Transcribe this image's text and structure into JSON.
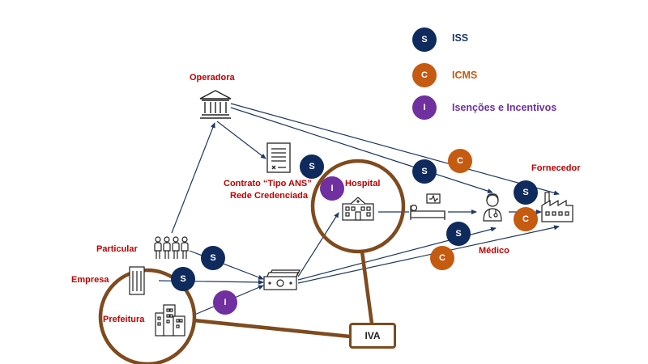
{
  "colors": {
    "arrow": "#1f3864",
    "iss": "#0f2a5c",
    "icms": "#c55a11",
    "incentivo": "#7030a0",
    "highlight": "#7f4a1e",
    "node_label": "#c00000"
  },
  "legend": [
    {
      "letter": "S",
      "label": "ISS"
    },
    {
      "letter": "C",
      "label": "ICMS"
    },
    {
      "letter": "I",
      "label": "Isenções e Incentivos"
    }
  ],
  "nodes": {
    "operadora": {
      "label": "Operadora",
      "icon": "bank-icon"
    },
    "contrato": {
      "label_line1": "Contrato “Tipo ANS”",
      "label_line2": "Rede Credenciada",
      "icon": "contract-document-icon"
    },
    "hospital": {
      "label": "Hospital",
      "icon": "hospital-icon"
    },
    "leito": {
      "icon": "hospital-bed-icon"
    },
    "medico": {
      "label": "Médico",
      "icon": "doctor-icon"
    },
    "fornecedor": {
      "label": "Fornecedor",
      "icon": "factory-icon"
    },
    "particular": {
      "label": "Particular",
      "icon": "people-group-icon"
    },
    "empresa": {
      "label": "Empresa",
      "icon": "office-building-icon"
    },
    "prefeitura": {
      "label": "Prefeitura",
      "icon": "city-buildings-icon"
    },
    "pagamento": {
      "icon": "money-icon"
    }
  },
  "badges": {
    "S": "S",
    "C": "C",
    "I": "I"
  },
  "iva": {
    "label": "IVA"
  }
}
